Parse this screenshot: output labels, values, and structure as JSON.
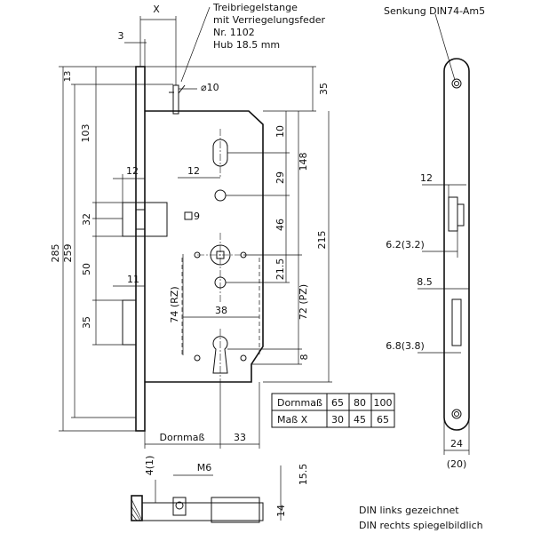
{
  "labels": {
    "x_top": "X",
    "three": "3",
    "treib_1": "Treibriegelstange",
    "treib_2": "mit Verriegelungsfeder",
    "treib_3": "Nr. 1102",
    "treib_4": "Hub 18.5 mm",
    "senkung": "Senkung DIN74-Am5",
    "phi10": "⌀10",
    "sq9": "9",
    "d13": "13",
    "d103": "103",
    "d285": "285",
    "d259": "259",
    "d32": "32",
    "d50": "50",
    "d35_left": "35",
    "d12_bolt": "12",
    "d11": "11",
    "d12_inner": "12",
    "d35_right": "35",
    "d10": "10",
    "d148": "148",
    "d29": "29",
    "d46": "46",
    "d215": "215",
    "d21_5": "21.5",
    "d72pz": "72 (PZ)",
    "d74rz": "74 (RZ)",
    "d38": "38",
    "d8": "8",
    "dornmass_bottom": "Dornmaß",
    "d33": "33",
    "d12_side": "12",
    "d6_2": "6.2(3.2)",
    "d8_5": "8.5",
    "d6_8": "6.8(3.8)",
    "d24": "24",
    "d20": "(20)",
    "d4_1": "4(1)",
    "m6": "M6",
    "d15_5": "15.5",
    "d14": "14",
    "din_1": "DIN links gezeichnet",
    "din_2": "DIN rechts spiegelbildlich"
  },
  "table": {
    "row1_label": "Dornmaß",
    "row2_label": "Maß X",
    "row1": [
      "65",
      "80",
      "100"
    ],
    "row2": [
      "30",
      "45",
      "65"
    ]
  }
}
